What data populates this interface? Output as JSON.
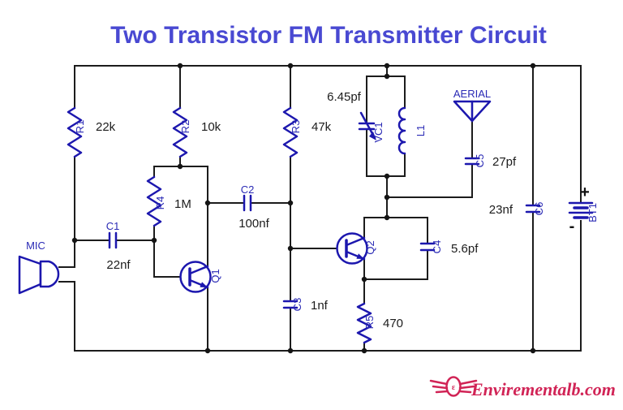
{
  "title": "Two Transistor FM Transmitter Circuit",
  "components": {
    "R1": {
      "ref": "R1",
      "value": "22k"
    },
    "R2": {
      "ref": "R2",
      "value": "10k"
    },
    "R3": {
      "ref": "R3",
      "value": "47k"
    },
    "R4": {
      "ref": "R4",
      "value": "1M"
    },
    "R5": {
      "ref": "R5",
      "value": "470"
    },
    "C1": {
      "ref": "C1",
      "value": "22nf"
    },
    "C2": {
      "ref": "C2",
      "value": "100nf"
    },
    "C3": {
      "ref": "C3",
      "value": "1nf"
    },
    "C4": {
      "ref": "C4",
      "value": "5.6pf"
    },
    "C5": {
      "ref": "C5",
      "value": "27pf"
    },
    "C6": {
      "ref": "C6",
      "value": "23nf"
    },
    "VC1": {
      "ref": "VC1",
      "value": "6.45pf"
    },
    "L1": {
      "ref": "L1"
    },
    "Q1": {
      "ref": "Q1"
    },
    "Q2": {
      "ref": "Q2"
    },
    "BT1": {
      "ref": "BT1",
      "plus": "+",
      "minus": "-"
    },
    "MIC": {
      "label": "MIC"
    },
    "AERIAL": {
      "label": "AERIAL"
    }
  },
  "watermark": {
    "brand": "Envirementalb.com",
    "emblem_glyph": "ε"
  },
  "colors": {
    "title": "#4949d2",
    "component": "#1c17ae",
    "ref_label": "#2a2ab5",
    "wire": "#1c1c1c",
    "brand": "#d12456"
  }
}
